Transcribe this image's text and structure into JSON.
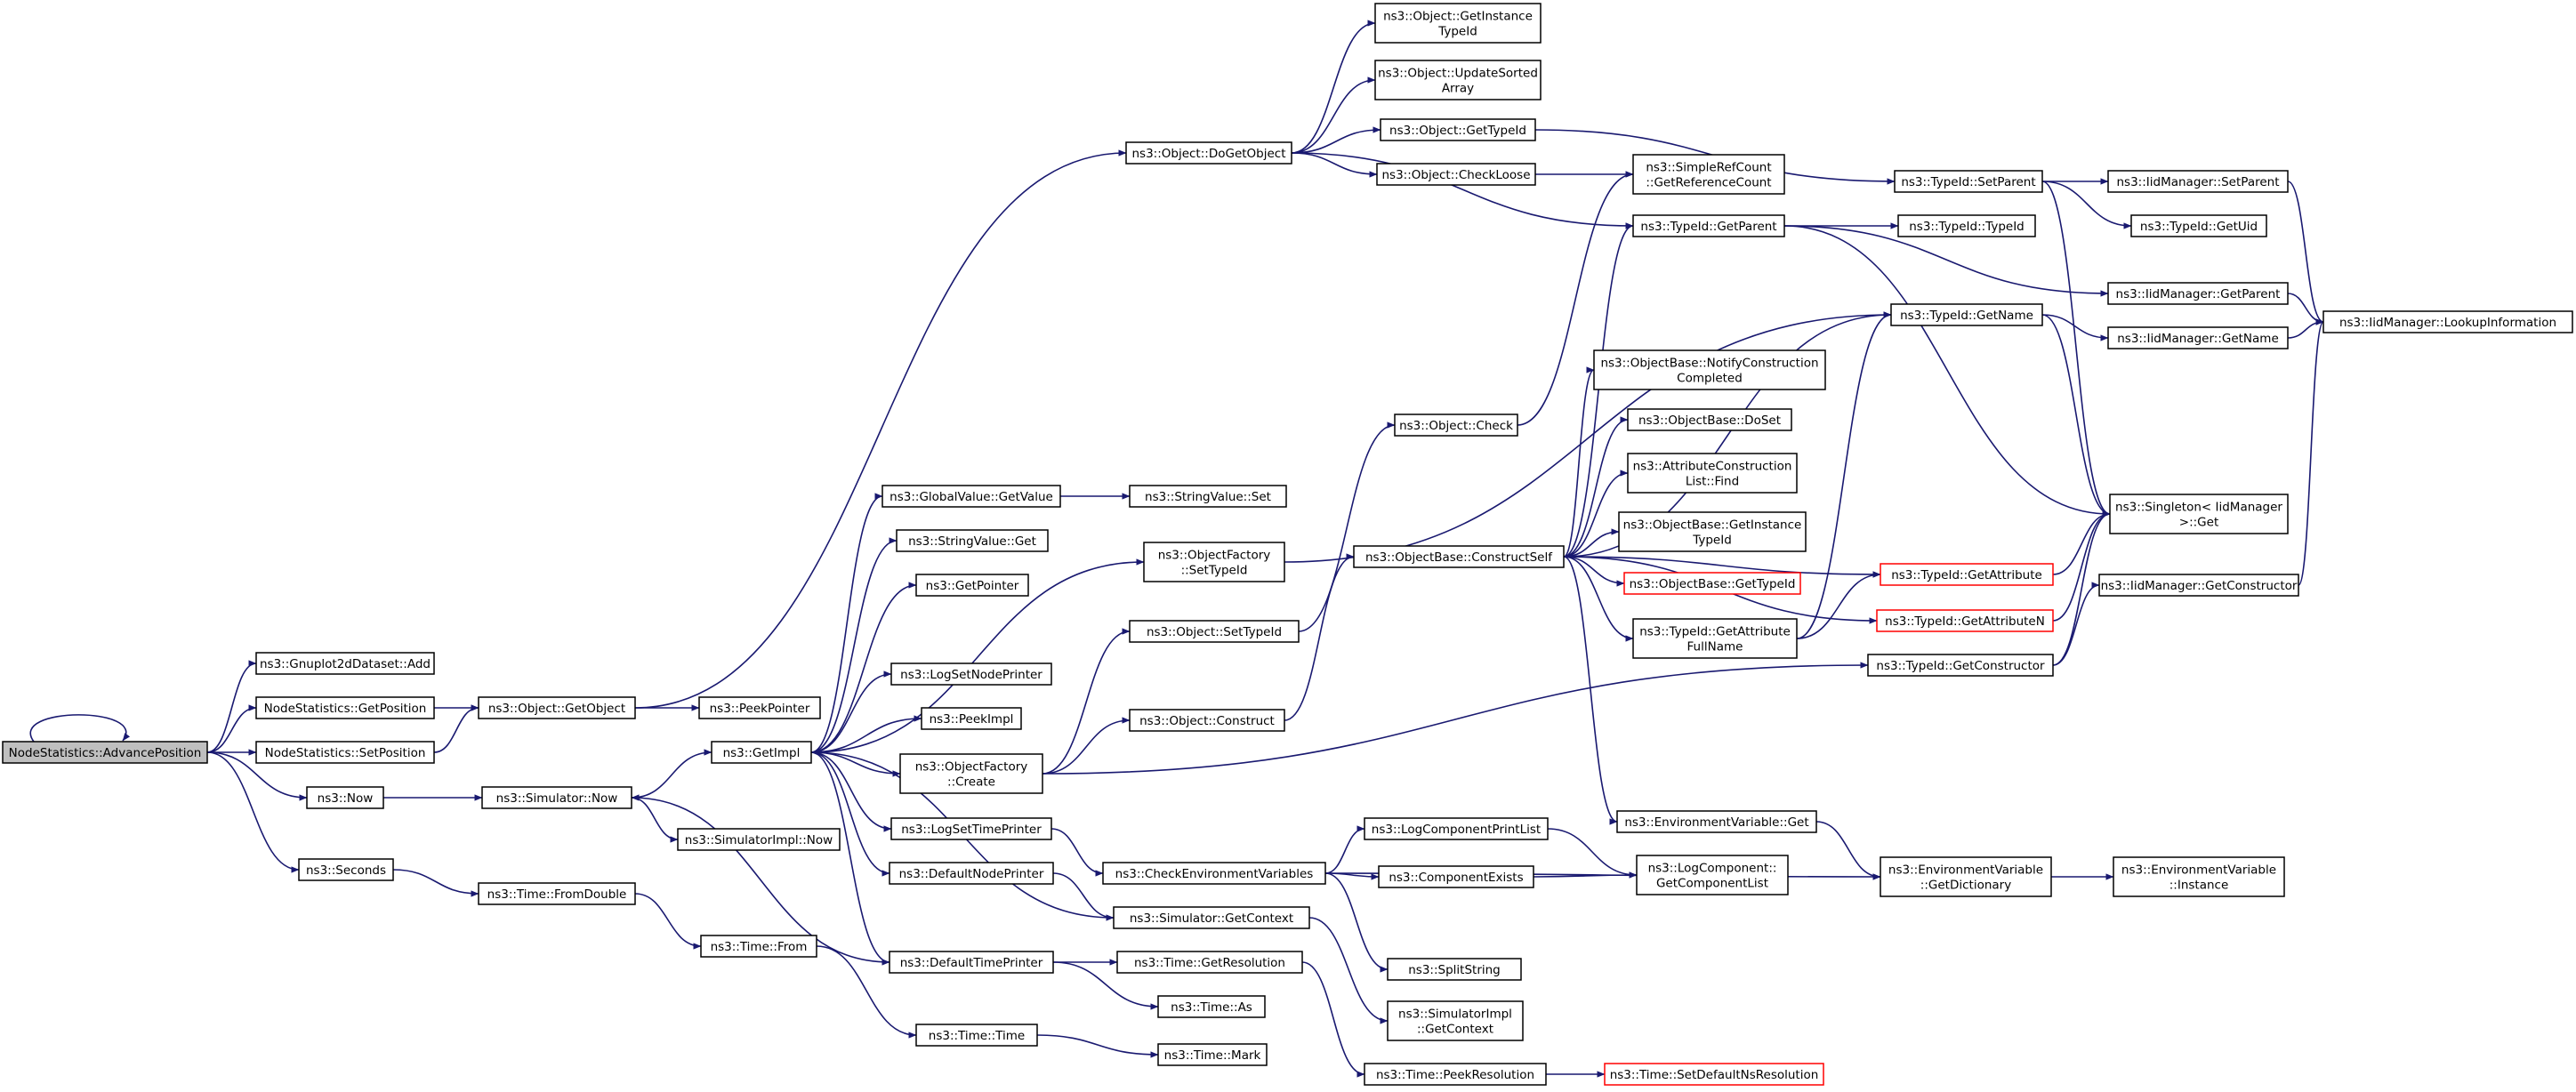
{
  "colors": {
    "edge": "#191970",
    "node_border": "#000000",
    "truncated_border": "#ff0000",
    "root_fill": "#bfbfbf"
  },
  "nodes": [
    {
      "id": "AdvancePosition",
      "lines": [
        "NodeStatistics::AdvancePosition"
      ],
      "root": true
    },
    {
      "id": "Gnuplot2dDataset_Add",
      "lines": [
        "ns3::Gnuplot2dDataset::Add"
      ]
    },
    {
      "id": "NodeStatistics_GetPosition",
      "lines": [
        "NodeStatistics::GetPosition"
      ]
    },
    {
      "id": "NodeStatistics_SetPosition",
      "lines": [
        "NodeStatistics::SetPosition"
      ]
    },
    {
      "id": "Now",
      "lines": [
        "ns3::Now"
      ]
    },
    {
      "id": "Seconds",
      "lines": [
        "ns3::Seconds"
      ]
    },
    {
      "id": "Object_GetObject",
      "lines": [
        "ns3::Object::GetObject"
      ]
    },
    {
      "id": "PeekPointer",
      "lines": [
        "ns3::PeekPointer"
      ]
    },
    {
      "id": "Simulator_Now",
      "lines": [
        "ns3::Simulator::Now"
      ]
    },
    {
      "id": "GetImpl",
      "lines": [
        "ns3::GetImpl"
      ]
    },
    {
      "id": "SimulatorImpl_Now",
      "lines": [
        "ns3::SimulatorImpl::Now"
      ]
    },
    {
      "id": "Time_FromDouble",
      "lines": [
        "ns3::Time::FromDouble"
      ]
    },
    {
      "id": "Time_From",
      "lines": [
        "ns3::Time::From"
      ]
    },
    {
      "id": "Time_Time",
      "lines": [
        "ns3::Time::Time"
      ]
    },
    {
      "id": "Time_Mark",
      "lines": [
        "ns3::Time::Mark"
      ]
    },
    {
      "id": "GlobalValue_GetValue",
      "lines": [
        "ns3::GlobalValue::GetValue"
      ]
    },
    {
      "id": "StringValue_Set",
      "lines": [
        "ns3::StringValue::Set"
      ]
    },
    {
      "id": "StringValue_Get",
      "lines": [
        "ns3::StringValue::Get"
      ]
    },
    {
      "id": "GetPointer",
      "lines": [
        "ns3::GetPointer"
      ]
    },
    {
      "id": "LogSetNodePrinter",
      "lines": [
        "ns3::LogSetNodePrinter"
      ]
    },
    {
      "id": "PeekImpl",
      "lines": [
        "ns3::PeekImpl"
      ]
    },
    {
      "id": "ObjectFactory_Create",
      "lines": [
        "ns3::ObjectFactory",
        "::Create"
      ]
    },
    {
      "id": "LogSetTimePrinter",
      "lines": [
        "ns3::LogSetTimePrinter"
      ]
    },
    {
      "id": "DefaultNodePrinter",
      "lines": [
        "ns3::DefaultNodePrinter"
      ]
    },
    {
      "id": "DefaultTimePrinter",
      "lines": [
        "ns3::DefaultTimePrinter"
      ]
    },
    {
      "id": "ObjectFactory_SetTypeId",
      "lines": [
        "ns3::ObjectFactory",
        "::SetTypeId"
      ]
    },
    {
      "id": "Object_SetTypeId",
      "lines": [
        "ns3::Object::SetTypeId"
      ]
    },
    {
      "id": "Object_Construct",
      "lines": [
        "ns3::Object::Construct"
      ]
    },
    {
      "id": "CheckEnvironmentVariables",
      "lines": [
        "ns3::CheckEnvironmentVariables"
      ]
    },
    {
      "id": "Simulator_GetContext",
      "lines": [
        "ns3::Simulator::GetContext"
      ]
    },
    {
      "id": "Time_GetResolution",
      "lines": [
        "ns3::Time::GetResolution"
      ]
    },
    {
      "id": "Time_As",
      "lines": [
        "ns3::Time::As"
      ]
    },
    {
      "id": "Object_DoGetObject",
      "lines": [
        "ns3::Object::DoGetObject"
      ]
    },
    {
      "id": "Object_GetInstanceTypeId",
      "lines": [
        "ns3::Object::GetInstance",
        "TypeId"
      ]
    },
    {
      "id": "Object_UpdateSortedArray",
      "lines": [
        "ns3::Object::UpdateSorted",
        "Array"
      ]
    },
    {
      "id": "Object_GetTypeId",
      "lines": [
        "ns3::Object::GetTypeId"
      ]
    },
    {
      "id": "Object_CheckLoose",
      "lines": [
        "ns3::Object::CheckLoose"
      ]
    },
    {
      "id": "Object_Check",
      "lines": [
        "ns3::Object::Check"
      ]
    },
    {
      "id": "ObjectBase_ConstructSelf",
      "lines": [
        "ns3::ObjectBase::ConstructSelf"
      ]
    },
    {
      "id": "LogComponentPrintList",
      "lines": [
        "ns3::LogComponentPrintList"
      ]
    },
    {
      "id": "ComponentExists",
      "lines": [
        "ns3::ComponentExists"
      ]
    },
    {
      "id": "SplitString",
      "lines": [
        "ns3::SplitString"
      ]
    },
    {
      "id": "SimulatorImpl_GetContext",
      "lines": [
        "ns3::SimulatorImpl",
        "::GetContext"
      ]
    },
    {
      "id": "Time_PeekResolution",
      "lines": [
        "ns3::Time::PeekResolution"
      ]
    },
    {
      "id": "Time_SetDefaultNsResolution",
      "lines": [
        "ns3::Time::SetDefaultNsResolution"
      ],
      "truncated": true
    },
    {
      "id": "SimpleRefCount_GetReferenceCount",
      "lines": [
        "ns3::SimpleRefCount",
        "::GetReferenceCount"
      ]
    },
    {
      "id": "TypeId_GetParent",
      "lines": [
        "ns3::TypeId::GetParent"
      ]
    },
    {
      "id": "ObjectBase_NotifyConstructionCompleted",
      "lines": [
        "ns3::ObjectBase::NotifyConstruction",
        "Completed"
      ]
    },
    {
      "id": "ObjectBase_DoSet",
      "lines": [
        "ns3::ObjectBase::DoSet"
      ]
    },
    {
      "id": "AttributeConstructionList_Find",
      "lines": [
        "ns3::AttributeConstruction",
        "List::Find"
      ]
    },
    {
      "id": "ObjectBase_GetInstanceTypeId",
      "lines": [
        "ns3::ObjectBase::GetInstance",
        "TypeId"
      ]
    },
    {
      "id": "ObjectBase_GetTypeId",
      "lines": [
        "ns3::ObjectBase::GetTypeId"
      ],
      "truncated": true
    },
    {
      "id": "TypeId_GetAttributeFullName",
      "lines": [
        "ns3::TypeId::GetAttribute",
        "FullName"
      ]
    },
    {
      "id": "EnvironmentVariable_Get",
      "lines": [
        "ns3::EnvironmentVariable::Get"
      ]
    },
    {
      "id": "LogComponent_GetComponentList",
      "lines": [
        "ns3::LogComponent::",
        "GetComponentList"
      ]
    },
    {
      "id": "TypeId_SetParent",
      "lines": [
        "ns3::TypeId::SetParent"
      ]
    },
    {
      "id": "TypeId_TypeId",
      "lines": [
        "ns3::TypeId::TypeId"
      ]
    },
    {
      "id": "TypeId_GetName",
      "lines": [
        "ns3::TypeId::GetName"
      ]
    },
    {
      "id": "TypeId_GetAttribute",
      "lines": [
        "ns3::TypeId::GetAttribute"
      ],
      "truncated": true
    },
    {
      "id": "TypeId_GetAttributeN",
      "lines": [
        "ns3::TypeId::GetAttributeN"
      ],
      "truncated": true
    },
    {
      "id": "TypeId_GetConstructor",
      "lines": [
        "ns3::TypeId::GetConstructor"
      ]
    },
    {
      "id": "EnvironmentVariable_GetDictionary",
      "lines": [
        "ns3::EnvironmentVariable",
        "::GetDictionary"
      ]
    },
    {
      "id": "IidManager_SetParent",
      "lines": [
        "ns3::IidManager::SetParent"
      ]
    },
    {
      "id": "TypeId_GetUid",
      "lines": [
        "ns3::TypeId::GetUid"
      ]
    },
    {
      "id": "IidManager_GetParent",
      "lines": [
        "ns3::IidManager::GetParent"
      ]
    },
    {
      "id": "IidManager_GetName",
      "lines": [
        "ns3::IidManager::GetName"
      ]
    },
    {
      "id": "Singleton_IidManager_Get",
      "lines": [
        "ns3::Singleton< IidManager",
        " >::Get"
      ]
    },
    {
      "id": "IidManager_GetConstructor",
      "lines": [
        "ns3::IidManager::GetConstructor"
      ]
    },
    {
      "id": "EnvironmentVariable_Instance",
      "lines": [
        "ns3::EnvironmentVariable",
        "::Instance"
      ]
    },
    {
      "id": "IidManager_LookupInformation",
      "lines": [
        "ns3::IidManager::LookupInformation"
      ]
    }
  ],
  "edges": [
    [
      "AdvancePosition",
      "AdvancePosition"
    ],
    [
      "AdvancePosition",
      "Gnuplot2dDataset_Add"
    ],
    [
      "AdvancePosition",
      "NodeStatistics_GetPosition"
    ],
    [
      "AdvancePosition",
      "NodeStatistics_SetPosition"
    ],
    [
      "AdvancePosition",
      "Now"
    ],
    [
      "AdvancePosition",
      "Seconds"
    ],
    [
      "NodeStatistics_GetPosition",
      "Object_GetObject"
    ],
    [
      "NodeStatistics_SetPosition",
      "Object_GetObject"
    ],
    [
      "Object_GetObject",
      "PeekPointer"
    ],
    [
      "Object_GetObject",
      "Object_DoGetObject"
    ],
    [
      "Now",
      "Simulator_Now"
    ],
    [
      "Seconds",
      "Time_FromDouble"
    ],
    [
      "Simulator_Now",
      "GetImpl"
    ],
    [
      "Simulator_Now",
      "SimulatorImpl_Now"
    ],
    [
      "Time_FromDouble",
      "Time_From"
    ],
    [
      "Time_From",
      "Time_Time"
    ],
    [
      "Time_Time",
      "Time_Mark"
    ],
    [
      "GetImpl",
      "GlobalValue_GetValue"
    ],
    [
      "GetImpl",
      "StringValue_Get"
    ],
    [
      "GetImpl",
      "GetPointer"
    ],
    [
      "GetImpl",
      "ObjectFactory_SetTypeId"
    ],
    [
      "GetImpl",
      "LogSetNodePrinter"
    ],
    [
      "GetImpl",
      "PeekImpl"
    ],
    [
      "GetImpl",
      "ObjectFactory_Create"
    ],
    [
      "GetImpl",
      "LogSetTimePrinter"
    ],
    [
      "GetImpl",
      "DefaultNodePrinter"
    ],
    [
      "GetImpl",
      "DefaultTimePrinter"
    ],
    [
      "GlobalValue_GetValue",
      "StringValue_Set"
    ],
    [
      "ObjectFactory_Create",
      "Object_SetTypeId"
    ],
    [
      "ObjectFactory_Create",
      "Object_Construct"
    ],
    [
      "ObjectFactory_Create",
      "TypeId_GetConstructor"
    ],
    [
      "LogSetTimePrinter",
      "CheckEnvironmentVariables"
    ],
    [
      "DefaultNodePrinter",
      "Simulator_GetContext"
    ],
    [
      "Simulator_GetContext",
      "GetImpl"
    ],
    [
      "Simulator_GetContext",
      "SimulatorImpl_GetContext"
    ],
    [
      "DefaultTimePrinter",
      "Simulator_Now"
    ],
    [
      "DefaultTimePrinter",
      "Time_GetResolution"
    ],
    [
      "DefaultTimePrinter",
      "Time_As"
    ],
    [
      "Time_GetResolution",
      "Time_PeekResolution"
    ],
    [
      "Time_PeekResolution",
      "Time_SetDefaultNsResolution"
    ],
    [
      "ObjectFactory_SetTypeId",
      "TypeId_GetName"
    ],
    [
      "Object_SetTypeId",
      "Object_Check"
    ],
    [
      "Object_Construct",
      "ObjectBase_ConstructSelf"
    ],
    [
      "Object_Check",
      "SimpleRefCount_GetReferenceCount"
    ],
    [
      "CheckEnvironmentVariables",
      "LogComponentPrintList"
    ],
    [
      "CheckEnvironmentVariables",
      "ComponentExists"
    ],
    [
      "CheckEnvironmentVariables",
      "SplitString"
    ],
    [
      "CheckEnvironmentVariables",
      "EnvironmentVariable_GetDictionary"
    ],
    [
      "LogComponentPrintList",
      "LogComponent_GetComponentList"
    ],
    [
      "ComponentExists",
      "LogComponent_GetComponentList"
    ],
    [
      "Object_DoGetObject",
      "Object_GetInstanceTypeId"
    ],
    [
      "Object_DoGetObject",
      "Object_UpdateSortedArray"
    ],
    [
      "Object_DoGetObject",
      "Object_GetTypeId"
    ],
    [
      "Object_DoGetObject",
      "Object_CheckLoose"
    ],
    [
      "Object_DoGetObject",
      "TypeId_GetParent"
    ],
    [
      "Object_GetTypeId",
      "TypeId_SetParent"
    ],
    [
      "Object_CheckLoose",
      "SimpleRefCount_GetReferenceCount"
    ],
    [
      "ObjectBase_ConstructSelf",
      "TypeId_GetParent"
    ],
    [
      "ObjectBase_ConstructSelf",
      "TypeId_GetName"
    ],
    [
      "ObjectBase_ConstructSelf",
      "ObjectBase_NotifyConstructionCompleted"
    ],
    [
      "ObjectBase_ConstructSelf",
      "ObjectBase_DoSet"
    ],
    [
      "ObjectBase_ConstructSelf",
      "AttributeConstructionList_Find"
    ],
    [
      "ObjectBase_ConstructSelf",
      "ObjectBase_GetInstanceTypeId"
    ],
    [
      "ObjectBase_ConstructSelf",
      "ObjectBase_GetTypeId"
    ],
    [
      "ObjectBase_ConstructSelf",
      "TypeId_GetAttributeFullName"
    ],
    [
      "ObjectBase_ConstructSelf",
      "TypeId_GetAttribute"
    ],
    [
      "ObjectBase_ConstructSelf",
      "TypeId_GetAttributeN"
    ],
    [
      "ObjectBase_ConstructSelf",
      "EnvironmentVariable_Get"
    ],
    [
      "TypeId_GetAttributeFullName",
      "TypeId_GetAttribute"
    ],
    [
      "TypeId_GetAttributeFullName",
      "TypeId_GetName"
    ],
    [
      "EnvironmentVariable_Get",
      "EnvironmentVariable_GetDictionary"
    ],
    [
      "TypeId_GetParent",
      "TypeId_TypeId"
    ],
    [
      "TypeId_GetParent",
      "IidManager_GetParent"
    ],
    [
      "TypeId_GetParent",
      "Singleton_IidManager_Get"
    ],
    [
      "TypeId_SetParent",
      "IidManager_SetParent"
    ],
    [
      "TypeId_SetParent",
      "TypeId_GetUid"
    ],
    [
      "TypeId_SetParent",
      "Singleton_IidManager_Get"
    ],
    [
      "TypeId_GetName",
      "IidManager_GetName"
    ],
    [
      "TypeId_GetName",
      "Singleton_IidManager_Get"
    ],
    [
      "TypeId_GetAttribute",
      "Singleton_IidManager_Get"
    ],
    [
      "TypeId_GetAttributeN",
      "Singleton_IidManager_Get"
    ],
    [
      "TypeId_GetConstructor",
      "IidManager_GetConstructor"
    ],
    [
      "TypeId_GetConstructor",
      "Singleton_IidManager_Get"
    ],
    [
      "EnvironmentVariable_GetDictionary",
      "EnvironmentVariable_Instance"
    ],
    [
      "IidManager_SetParent",
      "IidManager_LookupInformation"
    ],
    [
      "IidManager_GetParent",
      "IidManager_LookupInformation"
    ],
    [
      "IidManager_GetName",
      "IidManager_LookupInformation"
    ],
    [
      "IidManager_GetConstructor",
      "IidManager_LookupInformation"
    ]
  ]
}
